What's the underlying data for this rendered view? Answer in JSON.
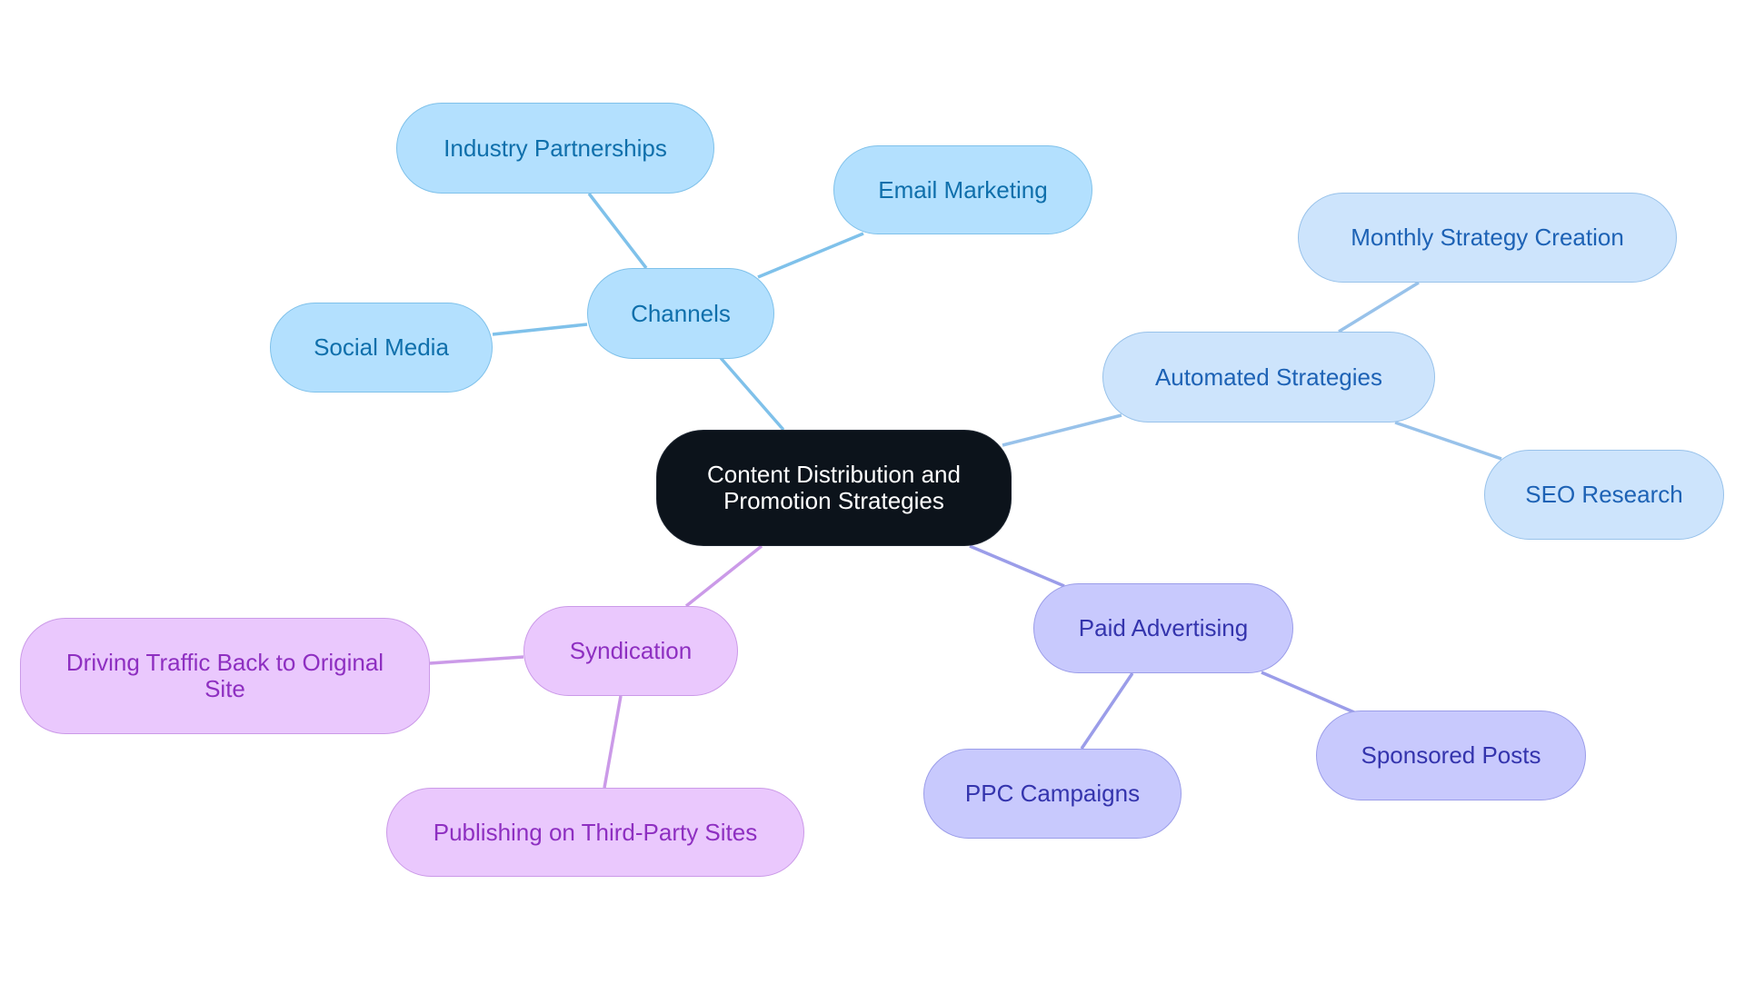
{
  "diagram": {
    "type": "mind-map",
    "root": {
      "id": "root",
      "label": "Content Distribution and Promotion Strategies"
    },
    "branches": [
      {
        "id": "channels",
        "label": "Channels",
        "color": "#7fc1ea",
        "children": [
          {
            "id": "industry",
            "label": "Industry Partnerships"
          },
          {
            "id": "email",
            "label": "Email Marketing"
          },
          {
            "id": "social",
            "label": "Social Media"
          }
        ]
      },
      {
        "id": "automated",
        "label": "Automated Strategies",
        "color": "#98c2ea",
        "children": [
          {
            "id": "monthly",
            "label": "Monthly Strategy Creation"
          },
          {
            "id": "seo",
            "label": "SEO Research"
          }
        ]
      },
      {
        "id": "paid",
        "label": "Paid Advertising",
        "color": "#9b9de9",
        "children": [
          {
            "id": "ppc",
            "label": "PPC Campaigns"
          },
          {
            "id": "sponsored",
            "label": "Sponsored Posts"
          }
        ]
      },
      {
        "id": "syndication",
        "label": "Syndication",
        "color": "#cb9ae8",
        "children": [
          {
            "id": "driving",
            "label": "Driving Traffic Back to Original Site"
          },
          {
            "id": "publishing",
            "label": "Publishing on Third-Party Sites"
          }
        ]
      }
    ]
  },
  "colors": {
    "root_fill": "#0c131b",
    "channels_fill": "#b3e0fe",
    "automated_fill": "#cde4fc",
    "paid_fill": "#c8c9fd",
    "syndication_fill": "#eac8fd"
  }
}
